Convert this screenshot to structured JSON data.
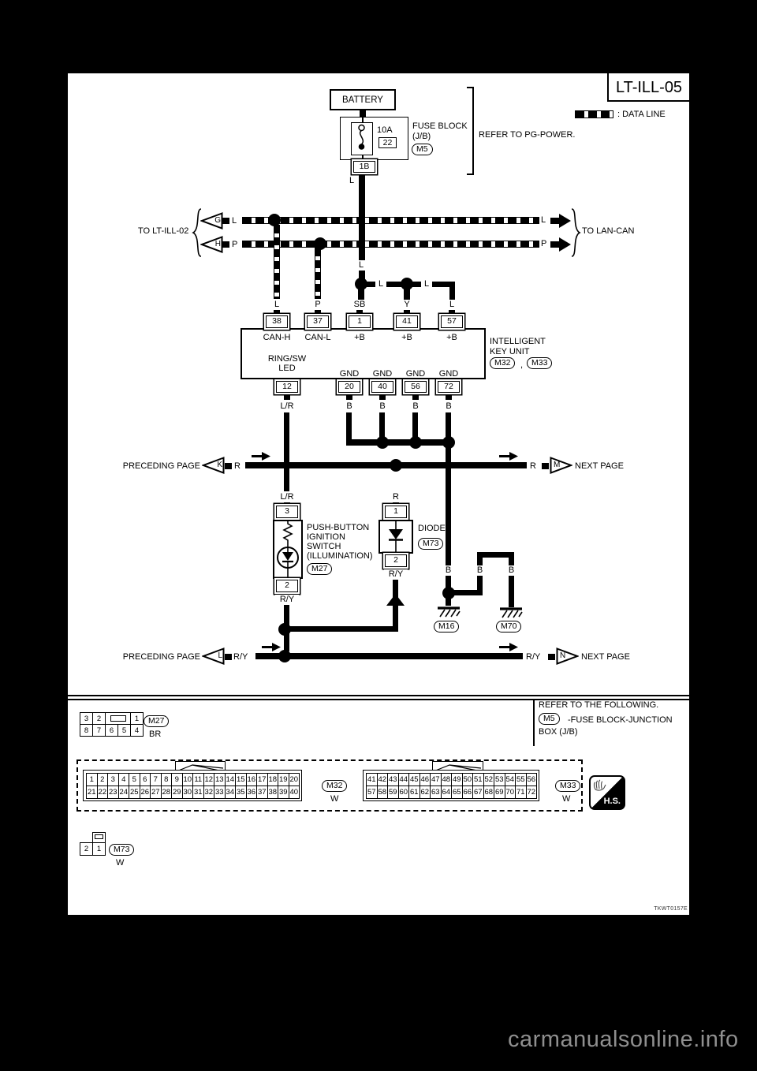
{
  "page": {
    "title": "LT-ILL-05",
    "doc_code": "TKWT0157E",
    "watermark": "carmanualsonline.info"
  },
  "legend": {
    "data_line": ": DATA LINE"
  },
  "power": {
    "battery": "BATTERY",
    "fuse_amp": "10A",
    "fuse_no": "22",
    "fuse_block1": "FUSE BLOCK",
    "fuse_block2": "(J/B)",
    "m5": "M5",
    "refer": "REFER TO PG-POWER.",
    "pin_1b": "1B",
    "wire_l": "L"
  },
  "bus": {
    "to_left": "TO LT-ILL-02",
    "to_right": "TO LAN-CAN",
    "row1_conn": "G",
    "row1_wire_left": "L",
    "row1_wire_right": "L",
    "row2_conn": "H",
    "row2_wire_left": "P",
    "row2_wire_right": "P",
    "batt_drop_wire": "L",
    "seg1_wire": "L",
    "seg2_wire": "L"
  },
  "unit": {
    "pins_top": [
      {
        "wire": "L",
        "no": "38",
        "fn": "CAN-H"
      },
      {
        "wire": "P",
        "no": "37",
        "fn": "CAN-L"
      },
      {
        "wire": "SB",
        "no": "1",
        "fn": "+B"
      },
      {
        "wire": "Y",
        "no": "41",
        "fn": "+B"
      },
      {
        "wire": "L",
        "no": "57",
        "fn": "+B"
      }
    ],
    "name1": "INTELLIGENT",
    "name2": "KEY UNIT",
    "conn1": "M32",
    "sep": ",",
    "conn2": "M33",
    "led1": "RING/SW",
    "led2": "LED",
    "pins_bottom": [
      {
        "no": "12",
        "fn": "",
        "wire": "L/R"
      },
      {
        "no": "20",
        "fn": "GND",
        "wire": "B"
      },
      {
        "no": "40",
        "fn": "GND",
        "wire": "B"
      },
      {
        "no": "56",
        "fn": "GND",
        "wire": "B"
      },
      {
        "no": "72",
        "fn": "GND",
        "wire": "B"
      }
    ]
  },
  "r_bus": {
    "left_text": "PRECEDING PAGE",
    "left_conn": "K",
    "left_wire": "R",
    "right_wire": "R",
    "right_conn": "M",
    "right_text": "NEXT PAGE"
  },
  "sw": {
    "wire_top": "L/R",
    "pin_top": "3",
    "name1": "PUSH-BUTTON",
    "name2": "IGNITION",
    "name3": "SWITCH",
    "name4": "(ILLUMINATION)",
    "conn": "M27",
    "pin_bottom": "2",
    "wire_bottom": "R/Y"
  },
  "diode": {
    "wire_top": "R",
    "pin_top": "1",
    "name": "DIODE",
    "conn": "M73",
    "pin_bottom": "2",
    "wire_bottom": "R/Y"
  },
  "ground": {
    "wire1": "B",
    "wire2": "B",
    "wire3": "B",
    "gnd1": "M16",
    "gnd2": "M70"
  },
  "ry_bus": {
    "left_text": "PRECEDING PAGE",
    "left_conn": "L",
    "left_wire": "R/Y",
    "right_wire": "R/Y",
    "right_conn": "N",
    "right_text": "NEXT PAGE"
  },
  "footer": {
    "m27": {
      "conn": "M27",
      "color": "BR",
      "row1": [
        "3",
        "2",
        "",
        "1"
      ],
      "row2": [
        "8",
        "7",
        "6",
        "5",
        "4"
      ]
    },
    "refer1": "REFER TO THE FOLLOWING.",
    "refer_conn": "M5",
    "refer2": "-FUSE BLOCK-JUNCTION",
    "refer3": "BOX (J/B)",
    "m32": {
      "conn": "M32",
      "color": "W",
      "row1": [
        "1",
        "2",
        "3",
        "4",
        "5",
        "6",
        "7",
        "8",
        "9",
        "10",
        "11",
        "12",
        "13",
        "14",
        "15",
        "16",
        "17",
        "18",
        "19",
        "20"
      ],
      "row2": [
        "21",
        "22",
        "23",
        "24",
        "25",
        "26",
        "27",
        "28",
        "29",
        "30",
        "31",
        "32",
        "33",
        "34",
        "35",
        "36",
        "37",
        "38",
        "39",
        "40"
      ]
    },
    "m33": {
      "conn": "M33",
      "color": "W",
      "row1": [
        "41",
        "42",
        "43",
        "44",
        "45",
        "46",
        "47",
        "48",
        "49",
        "50",
        "51",
        "52",
        "53",
        "54",
        "55",
        "56"
      ],
      "row2": [
        "57",
        "58",
        "59",
        "60",
        "61",
        "62",
        "63",
        "64",
        "65",
        "66",
        "67",
        "68",
        "69",
        "70",
        "71",
        "72"
      ]
    },
    "hs": "H.S.",
    "m73": {
      "conn": "M73",
      "color": "W",
      "row1": [
        "2",
        "1"
      ]
    }
  }
}
